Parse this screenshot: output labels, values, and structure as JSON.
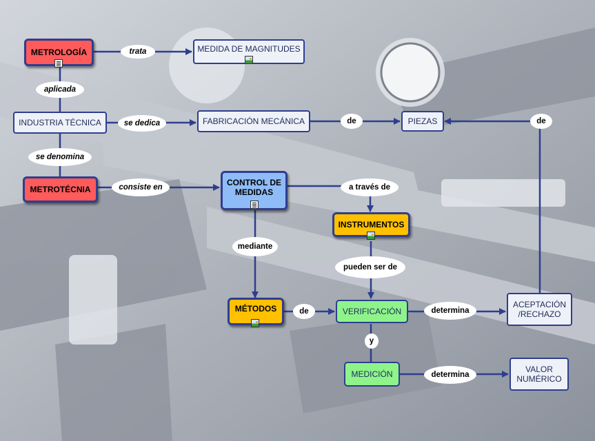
{
  "colors": {
    "line": "#2e3e8e",
    "main_concept": "#ff5b5b",
    "control_node": "#8fbcf7",
    "resource_node": "#ffc000",
    "process_node": "#8ef48a",
    "plain_node": "#eef2f8"
  },
  "nodes": {
    "metrologia": "METROLOGÍA",
    "medida_magnitudes": "MEDIDA DE MAGNITUDES",
    "industria_tecnica": "INDUSTRIA TÉCNICA",
    "fabricacion_mecanica": "FABRICACIÓN MECÁNICA",
    "piezas": "PIEZAS",
    "metrotecnia": "METROTÉCNIA",
    "control_medidas_l1": "CONTROL DE",
    "control_medidas_l2": "MEDIDAS",
    "instrumentos": "INSTRUMENTOS",
    "metodos": "MÉTODOS",
    "verificacion": "VERIFICACIÓN",
    "aceptacion_l1": "ACEPTACIÓN",
    "aceptacion_l2": "/RECHAZO",
    "medicion": "MEDICIÓN",
    "valor_l1": "VALOR",
    "valor_l2": "NUMÉRICO"
  },
  "links": {
    "trata": "trata",
    "aplicada": "aplicada",
    "se_dedica": "se dedica",
    "de_fabricacion": "de",
    "de_aceptacion": "de",
    "se_denomina": "se denomina",
    "consiste_en": "consiste en",
    "a_traves_de": "a través de",
    "mediante": "mediante",
    "pueden_ser_de": "pueden  ser de",
    "de_metodos": "de",
    "determina_verificacion": "determina",
    "y": "y",
    "determina_medicion": "determina"
  },
  "icons": {
    "metrologia": "document-icon",
    "medida_magnitudes": "image-icon",
    "control_medidas": "document-icon",
    "instrumentos": "image-icon",
    "metodos": "image-icon"
  }
}
